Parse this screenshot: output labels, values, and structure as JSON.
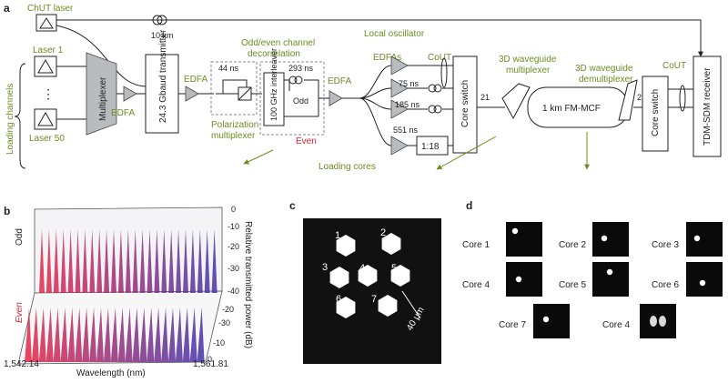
{
  "panels": {
    "a": "a",
    "b": "b",
    "c": "c",
    "d": "d"
  },
  "panel_a": {
    "chut_laser": "ChUT laser",
    "fiber_10km": "10 km",
    "local_oscillator": "Local oscillator",
    "loading_channels": "Loading channels",
    "laser1": "Laser 1",
    "laser50": "Laser 50",
    "dots": "⋮",
    "multiplexer": "Multiplexer",
    "edfa": "EDFA",
    "transmitter": "24.3 Gbaud transmitter",
    "delay_44": "44 ns",
    "pol_mux": "Polarization multiplexer",
    "odd_even_title": "Odd/even channel decorrelation",
    "interleaver": "100 GHz interleaver",
    "delay_293": "293 ns",
    "odd": "Odd",
    "even": "Even",
    "edfas": "EDFAs",
    "cout": "CoUT",
    "delays": [
      "75 ns",
      "185 ns",
      "551 ns"
    ],
    "splitter": "1:18",
    "loading_cores": "Loading cores",
    "core_switch": "Core switch",
    "wg_mux": "3D waveguide multiplexer",
    "port_21": "21",
    "fm_mcf": "1 km FM-MCF",
    "wg_demux": "3D waveguide demultiplexer",
    "cout2": "CoUT",
    "core_switch2": "Core switch",
    "receiver": "TDM-SDM receiver"
  },
  "panel_b": {
    "odd_label": "Odd",
    "even_label": "Even",
    "x_label": "Wavelength (nm)",
    "x_min": "1,542.14",
    "x_max": "1,561.81",
    "y_label": "Relative transmitted power (dB)",
    "odd_ticks": [
      "0",
      "-10",
      "-20",
      "-30",
      "-40"
    ],
    "even_ticks": [
      "-20",
      "-30",
      "-10",
      "0"
    ]
  },
  "panel_c": {
    "core_numbers": [
      "1",
      "2",
      "3",
      "4",
      "5",
      "6",
      "7"
    ],
    "scale": "40 μm"
  },
  "panel_d": {
    "labels": [
      "Core 1",
      "Core 2",
      "Core 3",
      "Core 4",
      "Core 5",
      "Core 6",
      "Core 7",
      "Core 4"
    ]
  },
  "colors": {
    "green": "#6b8e23",
    "red": "#d8262f",
    "odd_from": "#e0284a",
    "odd_to": "#4633a8"
  }
}
